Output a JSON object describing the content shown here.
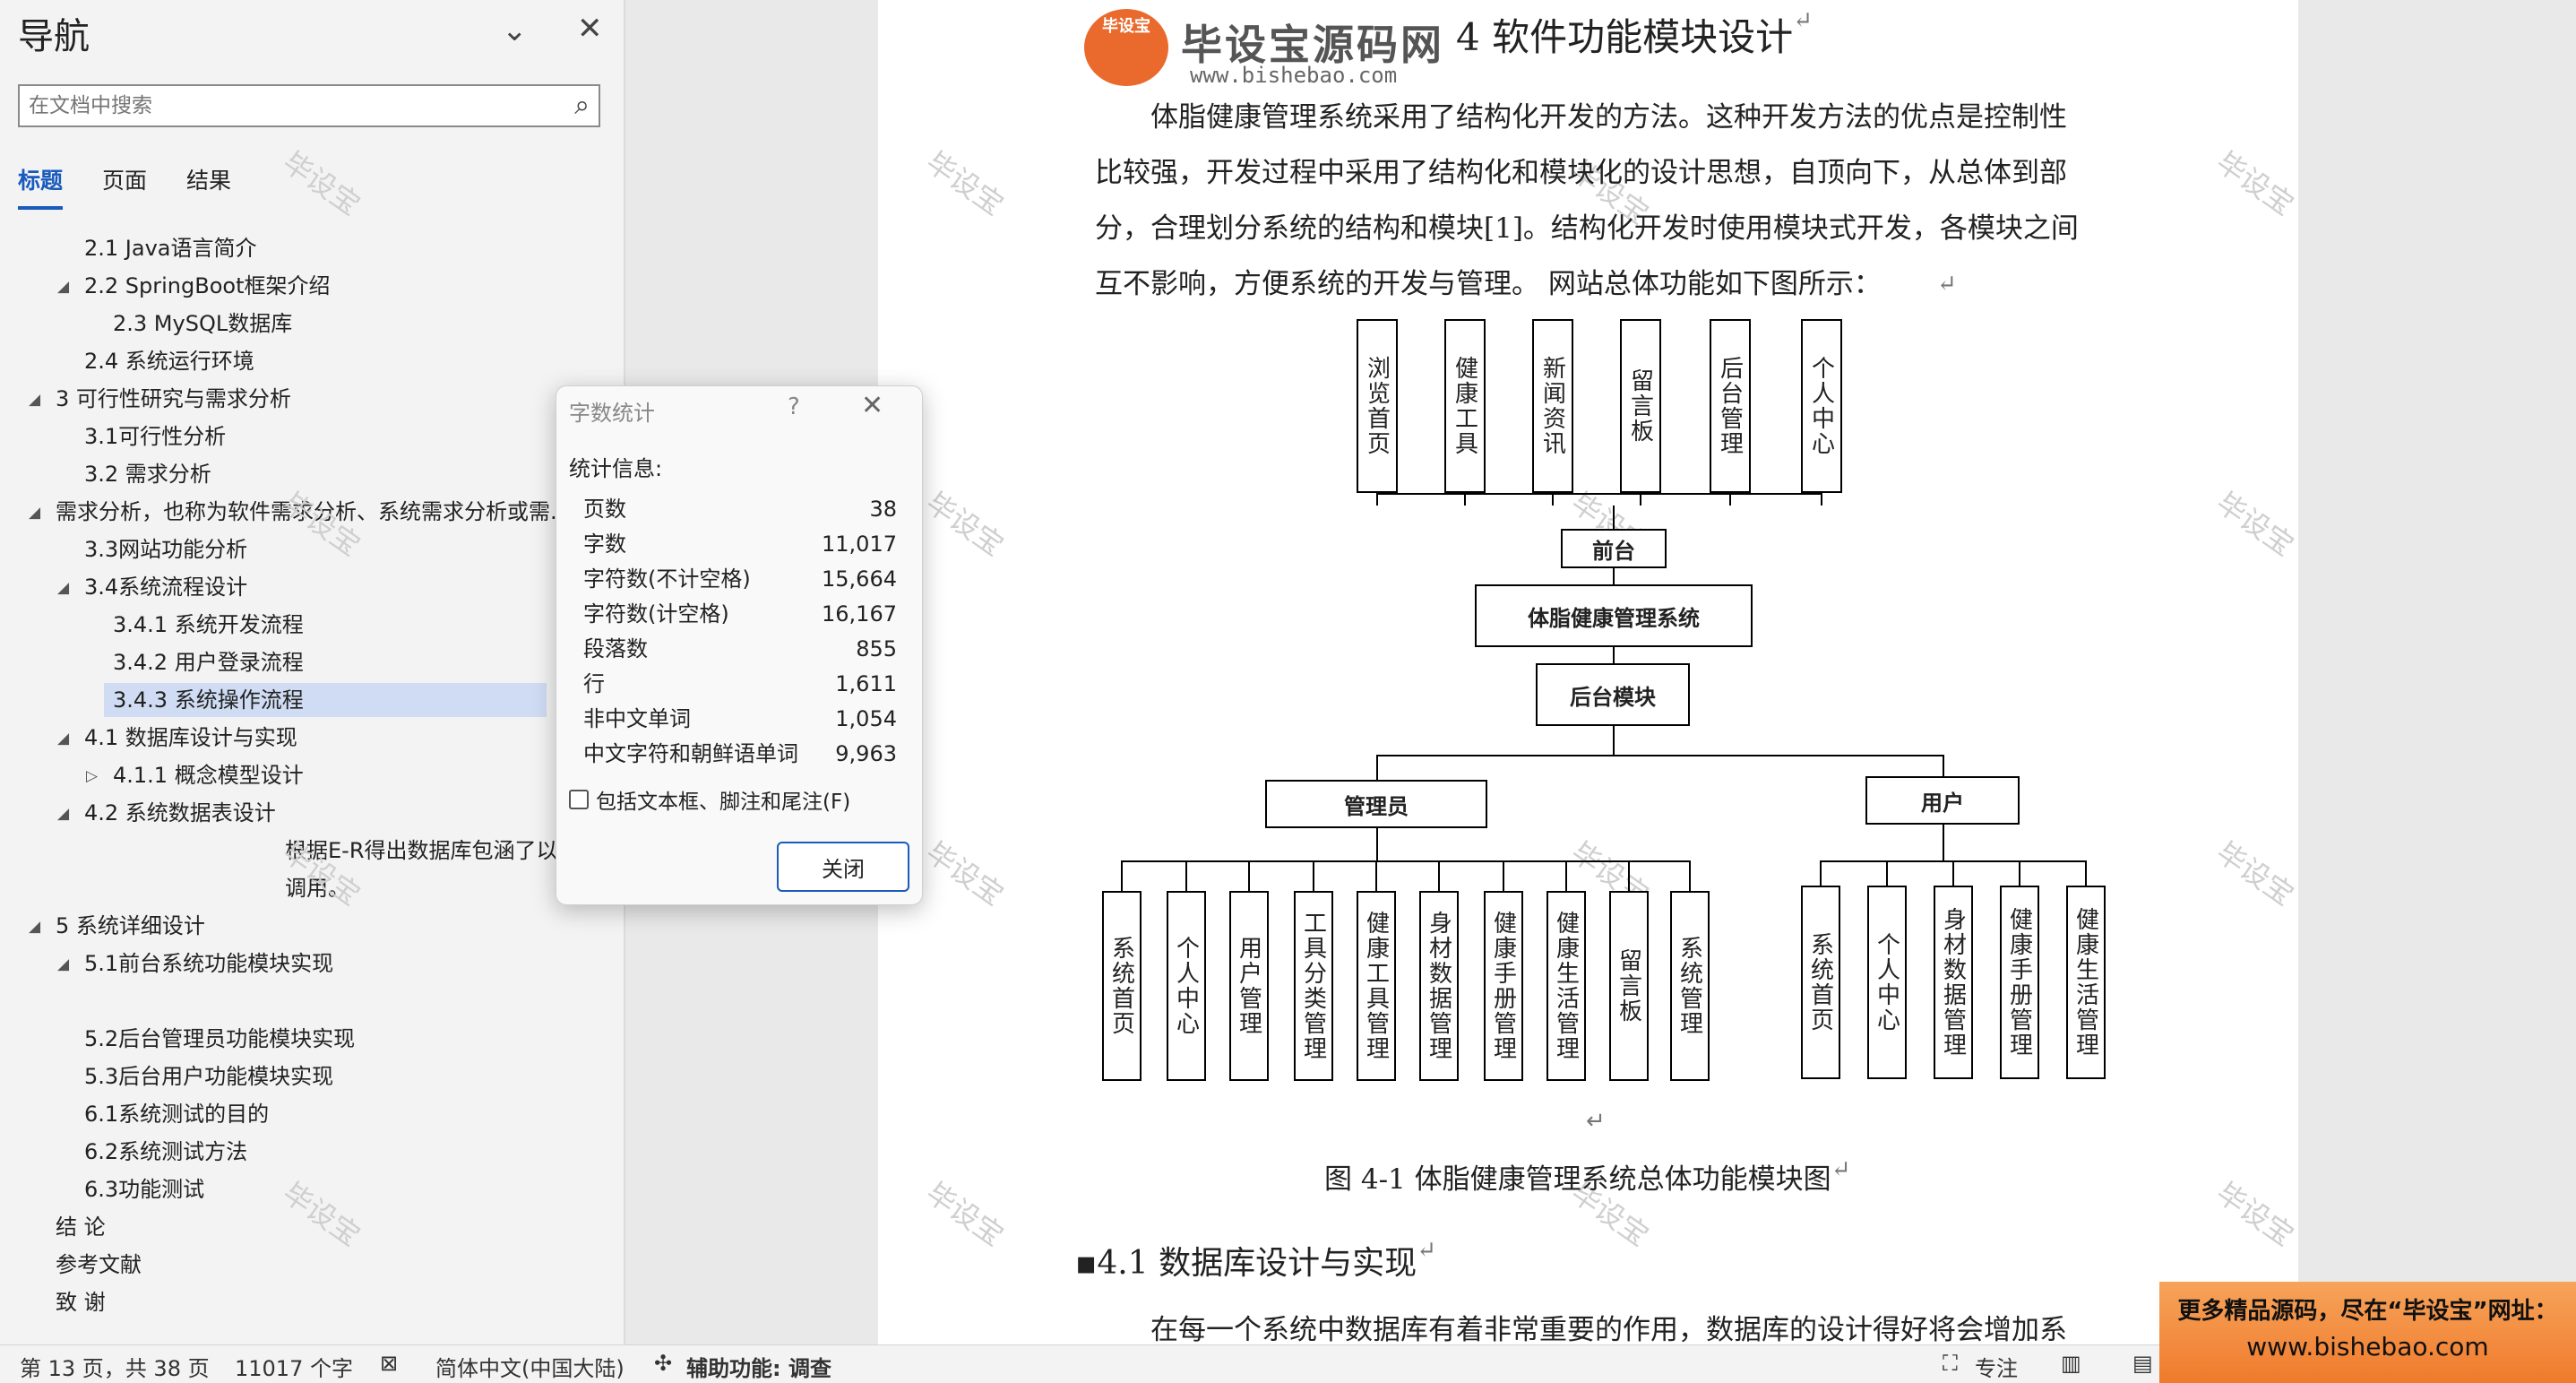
{
  "nav": {
    "title": "导航",
    "search_placeholder": "在文档中搜索",
    "tabs": [
      "标题",
      "页面",
      "结果"
    ],
    "tree": [
      {
        "label": "2.1 Java语言简介",
        "level": 2
      },
      {
        "label": "2.2 SpringBoot框架介绍",
        "level": 2,
        "twisty": "expanded"
      },
      {
        "label": "2.3 MySQL数据库",
        "level": 3
      },
      {
        "label": "2.4  系统运行环境",
        "level": 2
      },
      {
        "label": "3 可行性研究与需求分析",
        "level": 1,
        "twisty": "expanded"
      },
      {
        "label": "3.1可行性分析",
        "level": 2
      },
      {
        "label": "3.2 需求分析",
        "level": 2
      },
      {
        "label": "需求分析，也称为软件需求分析、系统需求分析或需...",
        "level": 1,
        "twisty": "expanded"
      },
      {
        "label": "3.3网站功能分析",
        "level": 2
      },
      {
        "label": "3.4系统流程设计",
        "level": 2,
        "twisty": "expanded"
      },
      {
        "label": "3.4.1 系统开发流程",
        "level": 3
      },
      {
        "label": "3.4.2 用户登录流程",
        "level": 3
      },
      {
        "label": "3.4.3 系统操作流程",
        "level": 3,
        "selected": true
      },
      {
        "label": "4.1 数据库设计与实现",
        "level": 2,
        "twisty": "expanded"
      },
      {
        "label": "4.1.1 概念模型设计",
        "level": 3,
        "twisty": "collapsed"
      },
      {
        "label": "4.2 系统数据表设计",
        "level": 2,
        "twisty": "expanded"
      },
      {
        "label": "根据E-R得出数据库包涵了以",
        "level": 4
      },
      {
        "label": "调用。",
        "level": 4
      },
      {
        "label": "5 系统详细设计",
        "level": 1,
        "twisty": "expanded"
      },
      {
        "label": "5.1前台系统功能模块实现",
        "level": 2,
        "twisty": "expanded"
      },
      {
        "label": "",
        "level": 2
      },
      {
        "label": "5.2后台管理员功能模块实现",
        "level": 2
      },
      {
        "label": "5.3后台用户功能模块实现",
        "level": 2
      },
      {
        "label": "6.1系统测试的目的",
        "level": 2
      },
      {
        "label": "6.2系统测试方法",
        "level": 2
      },
      {
        "label": "6.3功能测试",
        "level": 2
      },
      {
        "label": "结  论",
        "level": 1
      },
      {
        "label": "参考文献",
        "level": 1
      },
      {
        "label": "致  谢",
        "level": 1
      }
    ]
  },
  "dialog": {
    "title": "字数统计",
    "help": "?",
    "section": "统计信息:",
    "rows": [
      {
        "label": "页数",
        "value": "38"
      },
      {
        "label": "字数",
        "value": "11,017"
      },
      {
        "label": "字符数(不计空格)",
        "value": "15,664"
      },
      {
        "label": "字符数(计空格)",
        "value": "16,167"
      },
      {
        "label": "段落数",
        "value": "855"
      },
      {
        "label": "行",
        "value": "1,611"
      },
      {
        "label": "非中文单词",
        "value": "1,054"
      },
      {
        "label": "中文字符和朝鲜语单词",
        "value": "9,963"
      }
    ],
    "checkbox_label": "包括文本框、脚注和尾注(F)",
    "close_label": "关闭"
  },
  "doc": {
    "logo_badge": "毕设宝",
    "logo_text": "毕设宝源码网",
    "logo_url": "www.bishebao.com",
    "heading": "4  软件功能模块设计",
    "paragraph": "体脂健康管理系统采用了结构化开发的方法。这种开发方法的优点是控制性比较强，开发过程中采用了结构化和模块化的设计思想，自顶向下，从总体到部分，合理划分系统的结构和模块[1]。结构化开发时使用模块式开发，各模块之间互不影响，方便系统的开发与管理。 网站总体功能如下图所示：",
    "caption": "图 4-1 体脂健康管理系统总体功能模块图",
    "section_heading": "4.1  数据库设计与实现",
    "next_paragraph": "在每一个系统中数据库有着非常重要的作用，数据库的设计得好将会增加系",
    "watermark": "毕设宝",
    "para_mark": "↵"
  },
  "diagram": {
    "front_items": [
      "浏览首页",
      "健康工具",
      "新闻资讯",
      "留言板",
      "后台管理",
      "个人中心"
    ],
    "front_node": "前台",
    "root": "体脂健康管理系统",
    "backend_node": "后台模块",
    "admin_node": "管理员",
    "user_node": "用户",
    "admin_items": [
      "系统首页",
      "个人中心",
      "用户管理",
      "工具分类管理",
      "健康工具管理",
      "身材数据管理",
      "健康手册管理",
      "健康生活管理",
      "留言板",
      "系统管理"
    ],
    "user_items": [
      "系统首页",
      "个人中心",
      "身材数据管理",
      "健康手册管理",
      "健康生活管理"
    ]
  },
  "status": {
    "page": "第 13 页，共 38 页",
    "words": "11017 个字",
    "language": "简体中文(中国大陆)",
    "accessibility": "辅助功能: 调查",
    "focus": "专注"
  },
  "promo": {
    "line1": "更多精品源码，尽在“毕设宝”网址：",
    "line2": "www.bishebao.com"
  }
}
